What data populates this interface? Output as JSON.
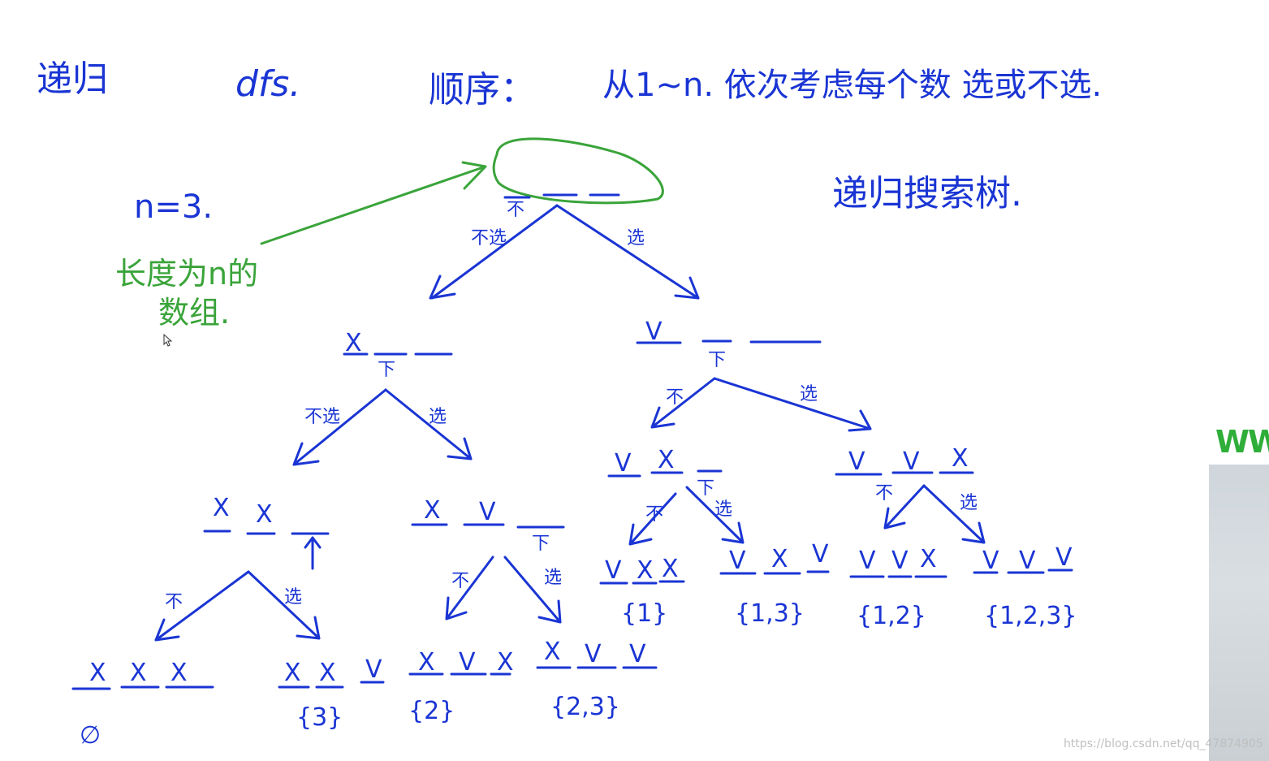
{
  "header": {
    "recursion_label": "递归",
    "dfs_label": "dfs.",
    "order_label": "顺序：",
    "order_text": "从1~n. 依次考虑每个数 选或不选."
  },
  "tree_title": "递归搜索树.",
  "note": {
    "n_value": "n=3.",
    "array_note_line1": "长度为n的",
    "array_note_line2": "数组."
  },
  "edge_labels": {
    "no_pick": "不选",
    "pick": "选",
    "no_short": "不",
    "this_marker": "下"
  },
  "nodes": {
    "root": [
      "_",
      "_",
      "_"
    ],
    "l1_left": [
      "X",
      "_",
      "_"
    ],
    "l1_right": [
      "V",
      "_",
      "_"
    ],
    "l2_a": [
      "X",
      "X",
      "_"
    ],
    "l2_b": [
      "X",
      "V",
      "_"
    ],
    "l2_c": [
      "V",
      "X",
      "_"
    ],
    "l2_d": [
      "V",
      "V",
      "X"
    ],
    "leaves": [
      {
        "cells": [
          "X",
          "X",
          "X"
        ],
        "subset": "∅"
      },
      {
        "cells": [
          "X",
          "X",
          "V"
        ],
        "subset": "{3}"
      },
      {
        "cells": [
          "X",
          "V",
          "X"
        ],
        "subset": "{2}"
      },
      {
        "cells": [
          "X",
          "V",
          "V"
        ],
        "subset": "{2,3}"
      },
      {
        "cells": [
          "V",
          "X",
          "X"
        ],
        "subset": "{1}"
      },
      {
        "cells": [
          "V",
          "X",
          "V"
        ],
        "subset": "{1,3}"
      },
      {
        "cells": [
          "V",
          "V",
          "X"
        ],
        "subset": "{1,2}"
      },
      {
        "cells": [
          "V",
          "V",
          "V"
        ],
        "subset": "{1,2,3}"
      }
    ]
  },
  "overlay": {
    "ww_text": "WW",
    "watermark": "https://blog.csdn.net/qq_47874905"
  },
  "colors": {
    "ink_blue": "#1a35d4",
    "ink_green": "#3aa43a",
    "background": "#ffffff"
  }
}
